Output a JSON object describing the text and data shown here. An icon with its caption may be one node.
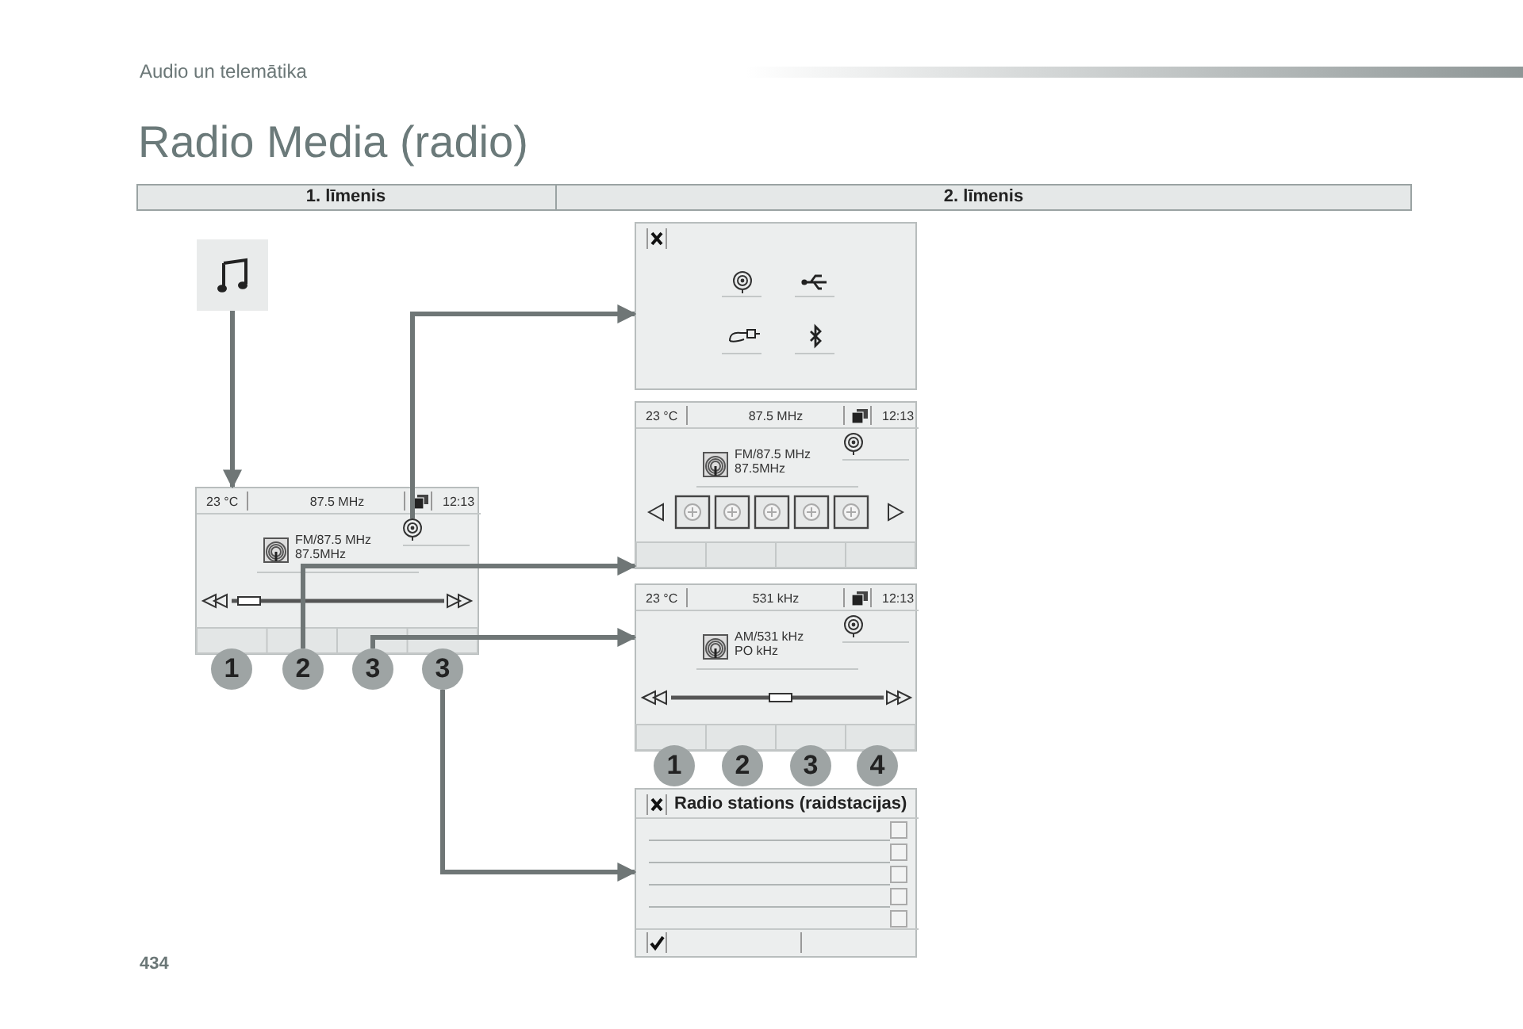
{
  "diagram": {
    "title": "Radio Media (radio)",
    "nodes": [
      {
        "text": [],
        "shape": "box"
      },
      {
        "text": [
          "23 °C",
          "87.5 MHz",
          "12:13",
          "FM/87.5 MHz 87.5MHz"
        ]
      },
      {
        "text": [],
        "shape": "picture",
        "in": 1
      },
      {
        "text": [
          "1"
        ]
      },
      {
        "text": [
          "2"
        ]
      },
      {
        "text": [
          "3"
        ]
      },
      {
        "text": [
          "3"
        ]
      },
      {
        "text": [],
        "shape": "box"
      },
      {
        "text": [
          "23 °C",
          "87.5 MHz",
          "12:13",
          "FM/87.5 MHz 87.5MHz"
        ]
      },
      {
        "text": [
          "23 °C",
          "531 kHz",
          "12:13",
          "AM/531 kHz PO kHz"
        ]
      },
      {
        "text": [
          "1"
        ]
      },
      {
        "text": [
          "2"
        ]
      },
      {
        "text": [
          "3"
        ]
      },
      {
        "text": [
          "4"
        ]
      },
      {
        "text": [
          "Radio stations (raidstacijas)"
        ]
      }
    ],
    "edges": [
      {
        "from": 0,
        "to": 1,
        "arrow": "to"
      },
      {
        "from": 2,
        "to": 7,
        "arrow": "to"
      },
      {
        "from": 4,
        "to": 8,
        "arrow": "to"
      },
      {
        "from": 5,
        "to": 9,
        "arrow": "to"
      },
      {
        "from": 6,
        "to": 14,
        "arrow": "to"
      }
    ],
    "labels": [
      "Audio un telemātika",
      "1. līmenis",
      "2. līmenis",
      "434"
    ]
  }
}
